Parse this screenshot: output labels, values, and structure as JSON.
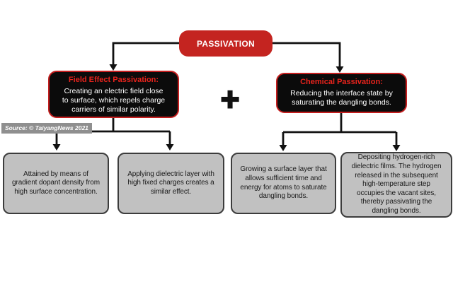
{
  "diagram": {
    "root": {
      "label": "PASSIVATION"
    },
    "plus_symbol": "+",
    "source_label": "Source: © TaiyangNews 2021",
    "branches": [
      {
        "title": "Field Effect Passivation:",
        "description": "Creating an electric field close\nto surface, which repels charge\ncarriers of similar polarity."
      },
      {
        "title": "Chemical Passivation:",
        "description": "Reducing the interface state by\nsaturating the dangling bonds."
      }
    ],
    "leaves": [
      {
        "text": "Attained by means of\ngradient dopant density from\nhigh surface concentration."
      },
      {
        "text": "Applying dielectric layer with\nhigh fixed charges creates a\nsimilar effect."
      },
      {
        "text": "Growing a surface layer that\nallows sufficient time and\nenergy for atoms to saturate\ndangling bonds."
      },
      {
        "text": "Depositing hydrogen-rich\ndielectric films. The hydrogen\nreleased in the subsequent\nhigh-temperature step\noccupies the vacant sites,\nthereby passivating the\ndangling bonds."
      }
    ],
    "colors": {
      "root_red": "#c42420",
      "branch_title_red": "#e8231c",
      "branch_border_red": "#c41e1e",
      "branch_bg": "#0b0b0b",
      "leaf_bg": "#c1c1c1",
      "source_bg": "#8f8f8f",
      "connector": "#111111"
    }
  }
}
